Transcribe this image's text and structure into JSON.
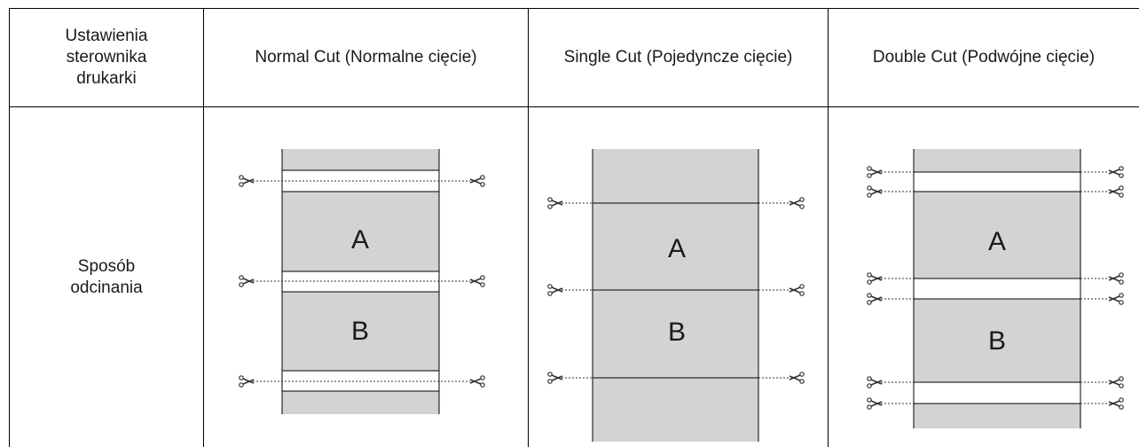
{
  "table": {
    "header": {
      "col0": "Ustawienia\nsterownika\ndrukarki",
      "col1": "Normal Cut (Normalne cięcie)",
      "col2": "Single Cut (Pojedyncze cięcie)",
      "col3": "Double Cut (Podwójne cięcie)"
    },
    "row": {
      "label": "Sposób\nodcinania"
    }
  },
  "diagrams": {
    "normal": {
      "page_a": "A",
      "page_b": "B"
    },
    "single": {
      "page_a": "A",
      "page_b": "B"
    },
    "double": {
      "page_a": "A",
      "page_b": "B"
    }
  },
  "colors": {
    "paper": "#d3d3d3",
    "gap": "#ffffff",
    "line": "#000000"
  },
  "icons": [
    "scissors-icon"
  ]
}
